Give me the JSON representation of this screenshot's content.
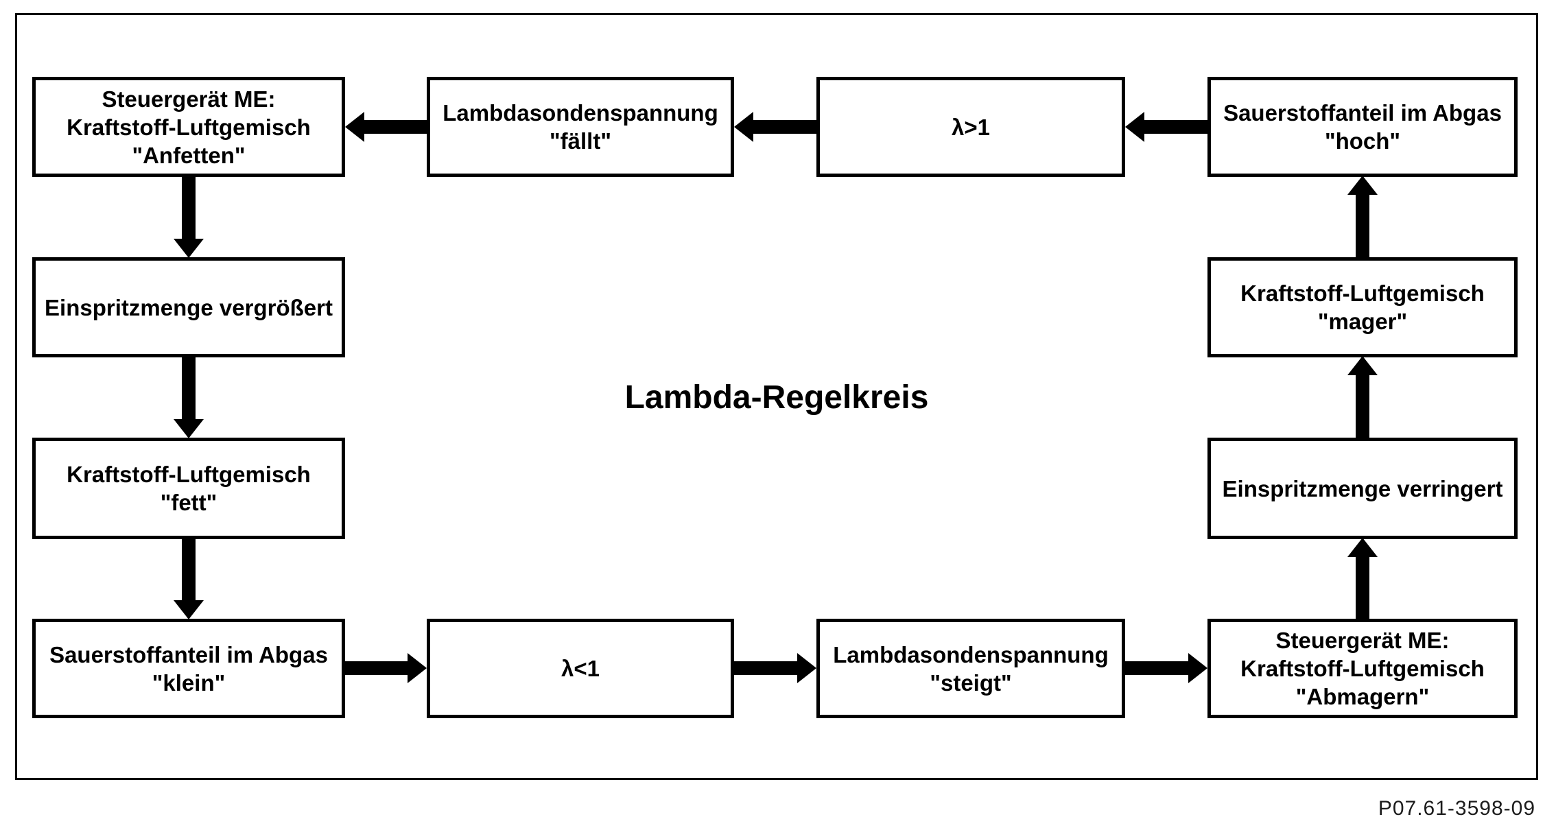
{
  "diagram": {
    "title": "Lambda-Regelkreis",
    "figure_code": "P07.61-3598-09",
    "colors": {
      "line": "#000000",
      "background": "#ffffff"
    },
    "boxes": [
      {
        "id": "steuergeraet-anfetten",
        "text": "Steuergerät ME:\nKraftstoff-Luftgemisch\n\"Anfetten\""
      },
      {
        "id": "lambdasondenspannung-faellt",
        "text": "Lambdasondenspannung\n\"fällt\""
      },
      {
        "id": "lambda-groesser-1",
        "text": "λ>1"
      },
      {
        "id": "sauerstoffanteil-hoch",
        "text": "Sauerstoffanteil im Abgas\n\"hoch\""
      },
      {
        "id": "einspritzmenge-vergroessert",
        "text": "Einspritzmenge vergrößert"
      },
      {
        "id": "kraftstoff-luftgemisch-fett",
        "text": "Kraftstoff-Luftgemisch\n\"fett\""
      },
      {
        "id": "sauerstoffanteil-klein",
        "text": "Sauerstoffanteil im Abgas\n\"klein\""
      },
      {
        "id": "lambda-kleiner-1",
        "text": "λ<1"
      },
      {
        "id": "lambdasondenspannung-steigt",
        "text": "Lambdasondenspannung\n\"steigt\""
      },
      {
        "id": "steuergeraet-abmagern",
        "text": "Steuergerät ME:\nKraftstoff-Luftgemisch\n\"Abmagern\""
      },
      {
        "id": "einspritzmenge-verringert",
        "text": "Einspritzmenge verringert"
      },
      {
        "id": "kraftstoff-luftgemisch-mager",
        "text": "Kraftstoff-Luftgemisch\n\"mager\""
      }
    ]
  }
}
